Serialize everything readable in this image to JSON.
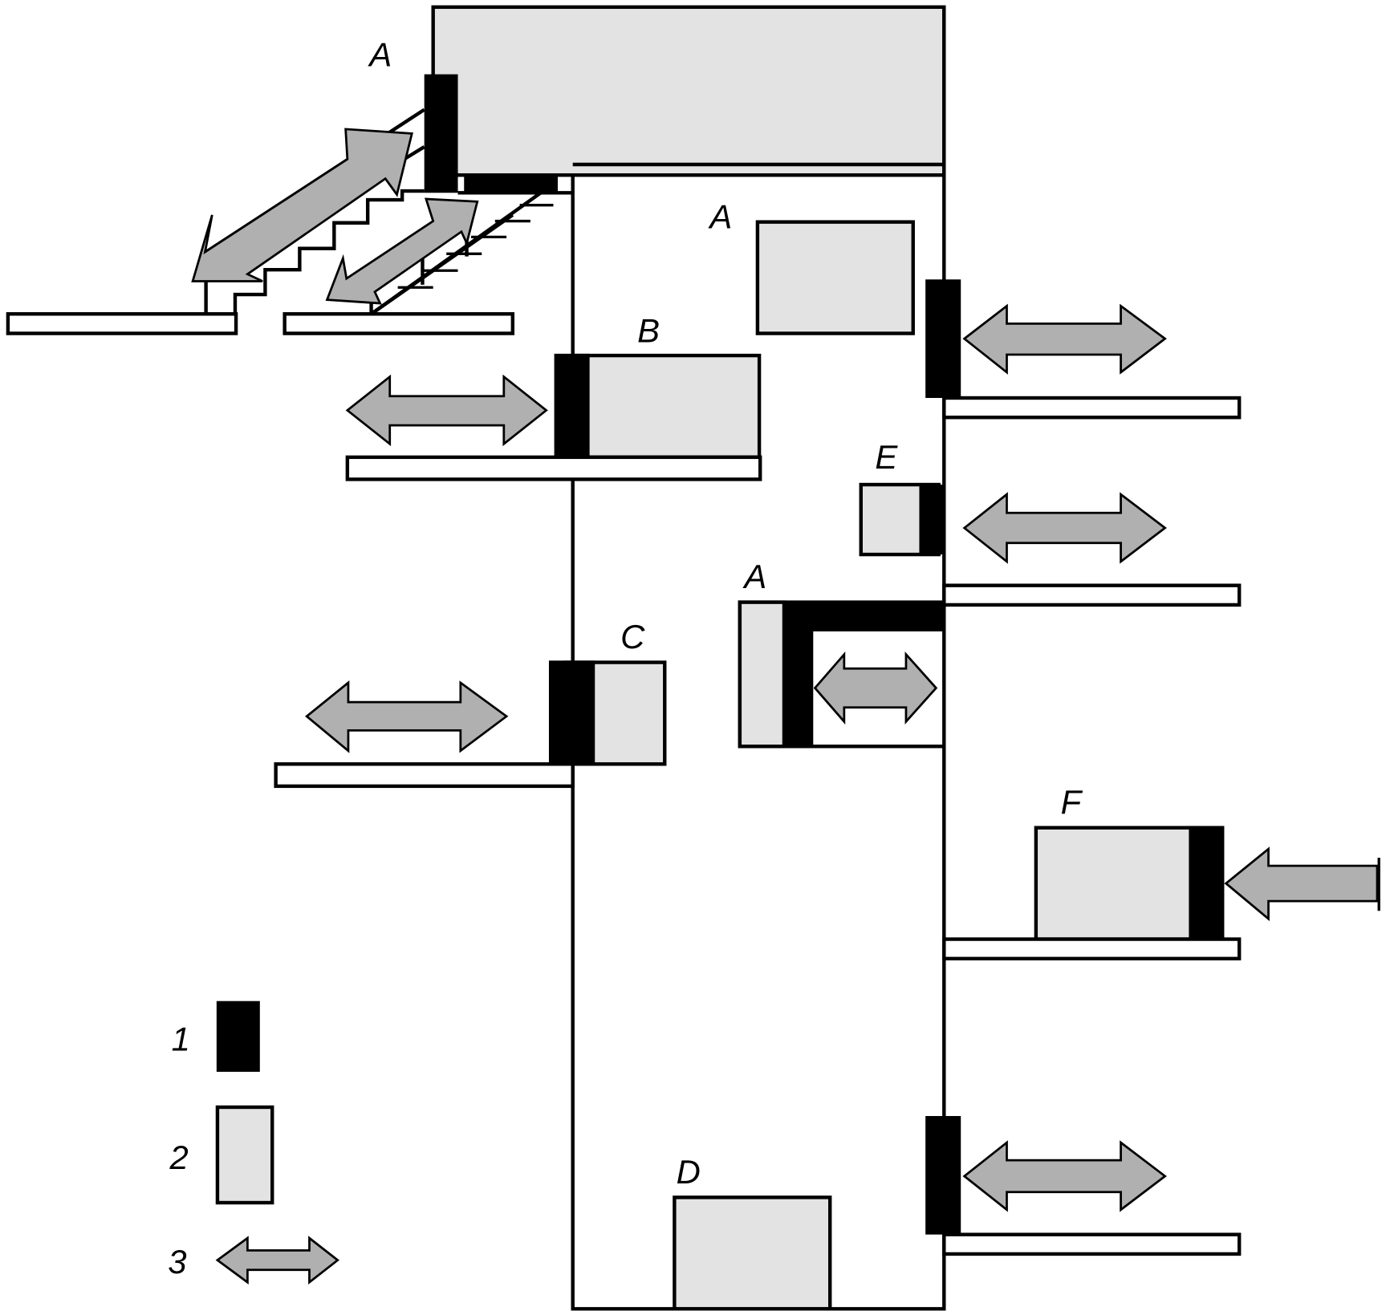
{
  "figure": {
    "type": "building schematic",
    "colors": {
      "door": "#000000",
      "room_fill": "#e3e3e3",
      "arrow_fill": "#b0b0b0",
      "outline": "#000000",
      "background": "#ffffff"
    }
  },
  "rooms": [
    {
      "id": "A-upper",
      "label": "A"
    },
    {
      "id": "A-inner",
      "label": "A"
    },
    {
      "id": "B",
      "label": "B"
    },
    {
      "id": "C",
      "label": "C"
    },
    {
      "id": "A-mid",
      "label": "A"
    },
    {
      "id": "E",
      "label": "E"
    },
    {
      "id": "F",
      "label": "F"
    },
    {
      "id": "D",
      "label": "D"
    }
  ],
  "legend": [
    {
      "num": "1",
      "meaning": "door / entrance (black block)"
    },
    {
      "num": "2",
      "meaning": "room / space (light gray box)"
    },
    {
      "num": "3",
      "meaning": "bidirectional movement (gray double arrow)"
    }
  ]
}
